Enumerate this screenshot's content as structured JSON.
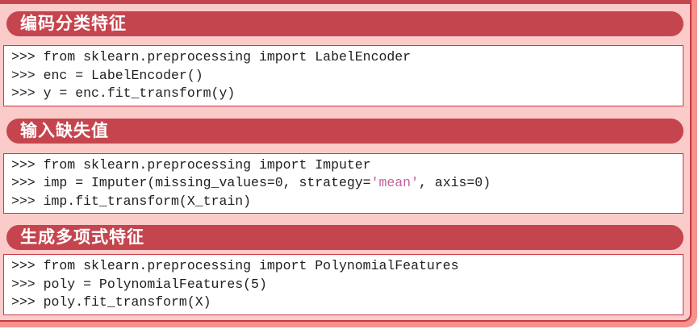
{
  "colors": {
    "page_bg": "#FFFFFF",
    "card_bg": "#FACBC8",
    "top_band": "#C5454E",
    "header_bar": "#C5454E",
    "header_text": "#FFFFFF",
    "card_border": "#C93A44",
    "code_border": "#C93A44",
    "code_bg": "#FFFFFF",
    "code_text": "#202024",
    "string_token": "#C2639B",
    "shadow": "#F5928C"
  },
  "sections": [
    {
      "title": "编码分类特征",
      "code": [
        [
          {
            "type": "plain",
            "text": ">>> from sklearn.preprocessing import LabelEncoder"
          }
        ],
        [
          {
            "type": "plain",
            "text": ">>> enc = LabelEncoder()"
          }
        ],
        [
          {
            "type": "plain",
            "text": ">>> y = enc.fit_transform(y)"
          }
        ]
      ]
    },
    {
      "title": "输入缺失值",
      "code": [
        [
          {
            "type": "plain",
            "text": ">>> from sklearn.preprocessing import Imputer"
          }
        ],
        [
          {
            "type": "plain",
            "text": ">>> imp = Imputer(missing_values=0, strategy="
          },
          {
            "type": "string",
            "text": "'mean'"
          },
          {
            "type": "plain",
            "text": ", axis=0)"
          }
        ],
        [
          {
            "type": "plain",
            "text": ">>> imp.fit_transform(X_train)"
          }
        ]
      ]
    },
    {
      "title": "生成多项式特征",
      "code": [
        [
          {
            "type": "plain",
            "text": ">>> from sklearn.preprocessing import PolynomialFeatures"
          }
        ],
        [
          {
            "type": "plain",
            "text": ">>> poly = PolynomialFeatures(5)"
          }
        ],
        [
          {
            "type": "plain",
            "text": ">>> poly.fit_transform(X)"
          }
        ]
      ]
    }
  ]
}
